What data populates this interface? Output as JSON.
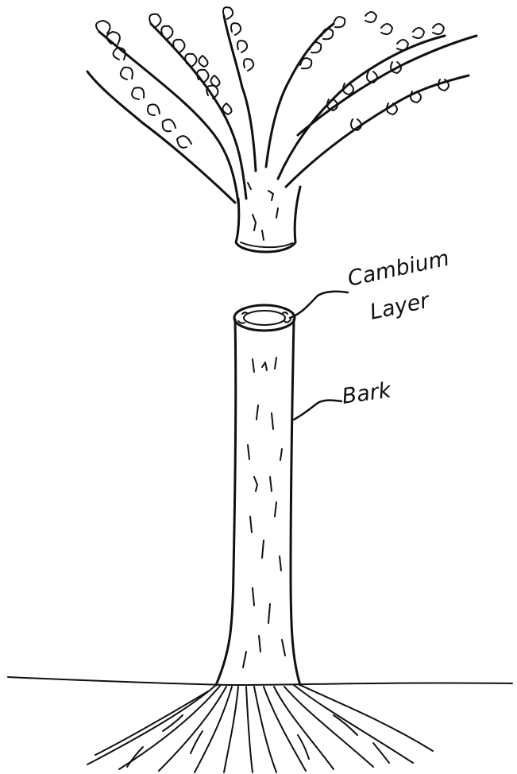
{
  "labels": {
    "cambium_line1": "Cambium",
    "cambium_line2": "Layer",
    "bark": "Bark"
  }
}
